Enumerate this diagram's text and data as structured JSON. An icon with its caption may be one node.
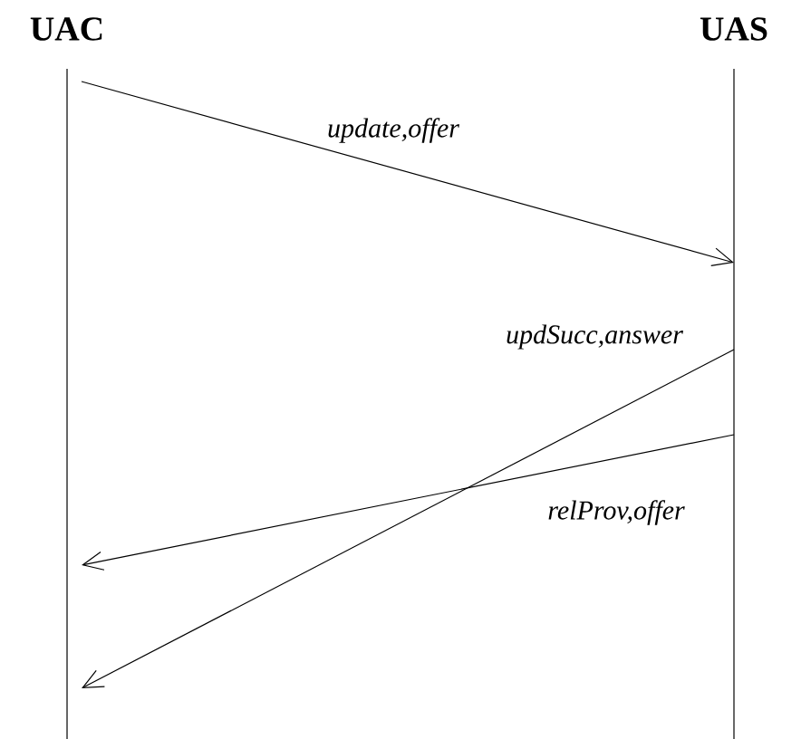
{
  "diagram": {
    "nodes": [
      {
        "text": [
          "UAC"
        ]
      },
      {
        "text": [
          "UAS"
        ]
      }
    ],
    "edges": [
      {
        "from": 0,
        "to": 1,
        "arrow": "to",
        "label": "update,offer"
      },
      {
        "from": 1,
        "to": 0,
        "arrow": "to",
        "label": "updSucc,answer"
      },
      {
        "from": 1,
        "to": 0,
        "arrow": "to",
        "label": "relProv,offer"
      }
    ]
  }
}
